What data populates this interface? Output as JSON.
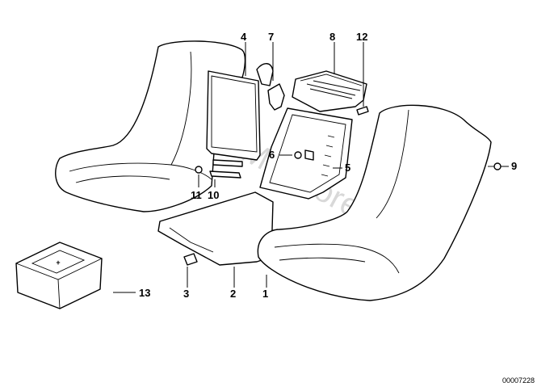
{
  "diagram": {
    "callouts": [
      {
        "id": "1",
        "label": "1"
      },
      {
        "id": "2",
        "label": "2"
      },
      {
        "id": "3",
        "label": "3"
      },
      {
        "id": "4",
        "label": "4"
      },
      {
        "id": "5",
        "label": "5"
      },
      {
        "id": "6",
        "label": "6"
      },
      {
        "id": "7",
        "label": "7"
      },
      {
        "id": "8",
        "label": "8"
      },
      {
        "id": "9",
        "label": "9"
      },
      {
        "id": "10",
        "label": "10"
      },
      {
        "id": "11",
        "label": "11"
      },
      {
        "id": "12",
        "label": "12"
      },
      {
        "id": "13",
        "label": "13"
      }
    ],
    "watermark": "www.BMWstore.pl",
    "reference_number": "00007228"
  }
}
